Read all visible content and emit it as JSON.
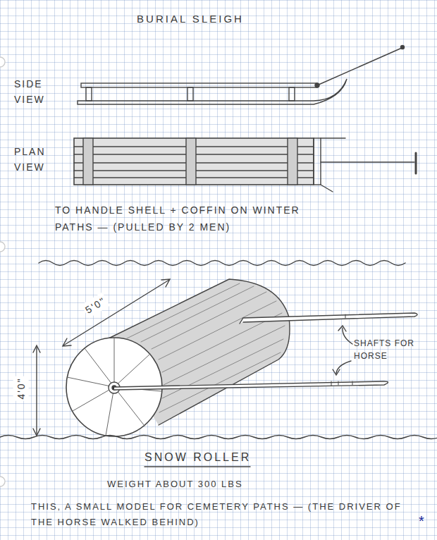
{
  "diagram": {
    "title": "BURIAL SLEIGH",
    "labels": [
      "SIDE VIEW",
      "PLAN VIEW",
      "TO HANDLE SHELL + COFFIN ON WINTER PATHS — (PULLED BY 2 MEN)",
      "5'0\"",
      "4'0\"",
      "SHAFTS FOR HORSE",
      "SNOW ROLLER",
      "WEIGHT ABOUT 300 LBS",
      "THIS, A SMALL MODEL FOR CEMETERY PATHS — (THE DRIVER OF THE HORSE WALKED BEHIND)",
      "*"
    ]
  }
}
